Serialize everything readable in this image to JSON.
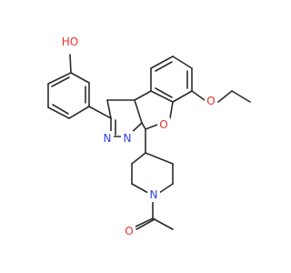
{
  "colors": {
    "bond": "#2b2b2b",
    "oxygen": "#e8302a",
    "nitrogen": "#2a3fe8",
    "background": "#ffffff"
  },
  "atoms": {
    "hydroxyl_oxygen": "HO",
    "ether_oxygen": "O",
    "ring_oxygen": "O",
    "pyrazoline_n_double": "N",
    "pyrazoline_n_single": "N",
    "piperidine_n": "N",
    "carbonyl_oxygen": "O"
  }
}
